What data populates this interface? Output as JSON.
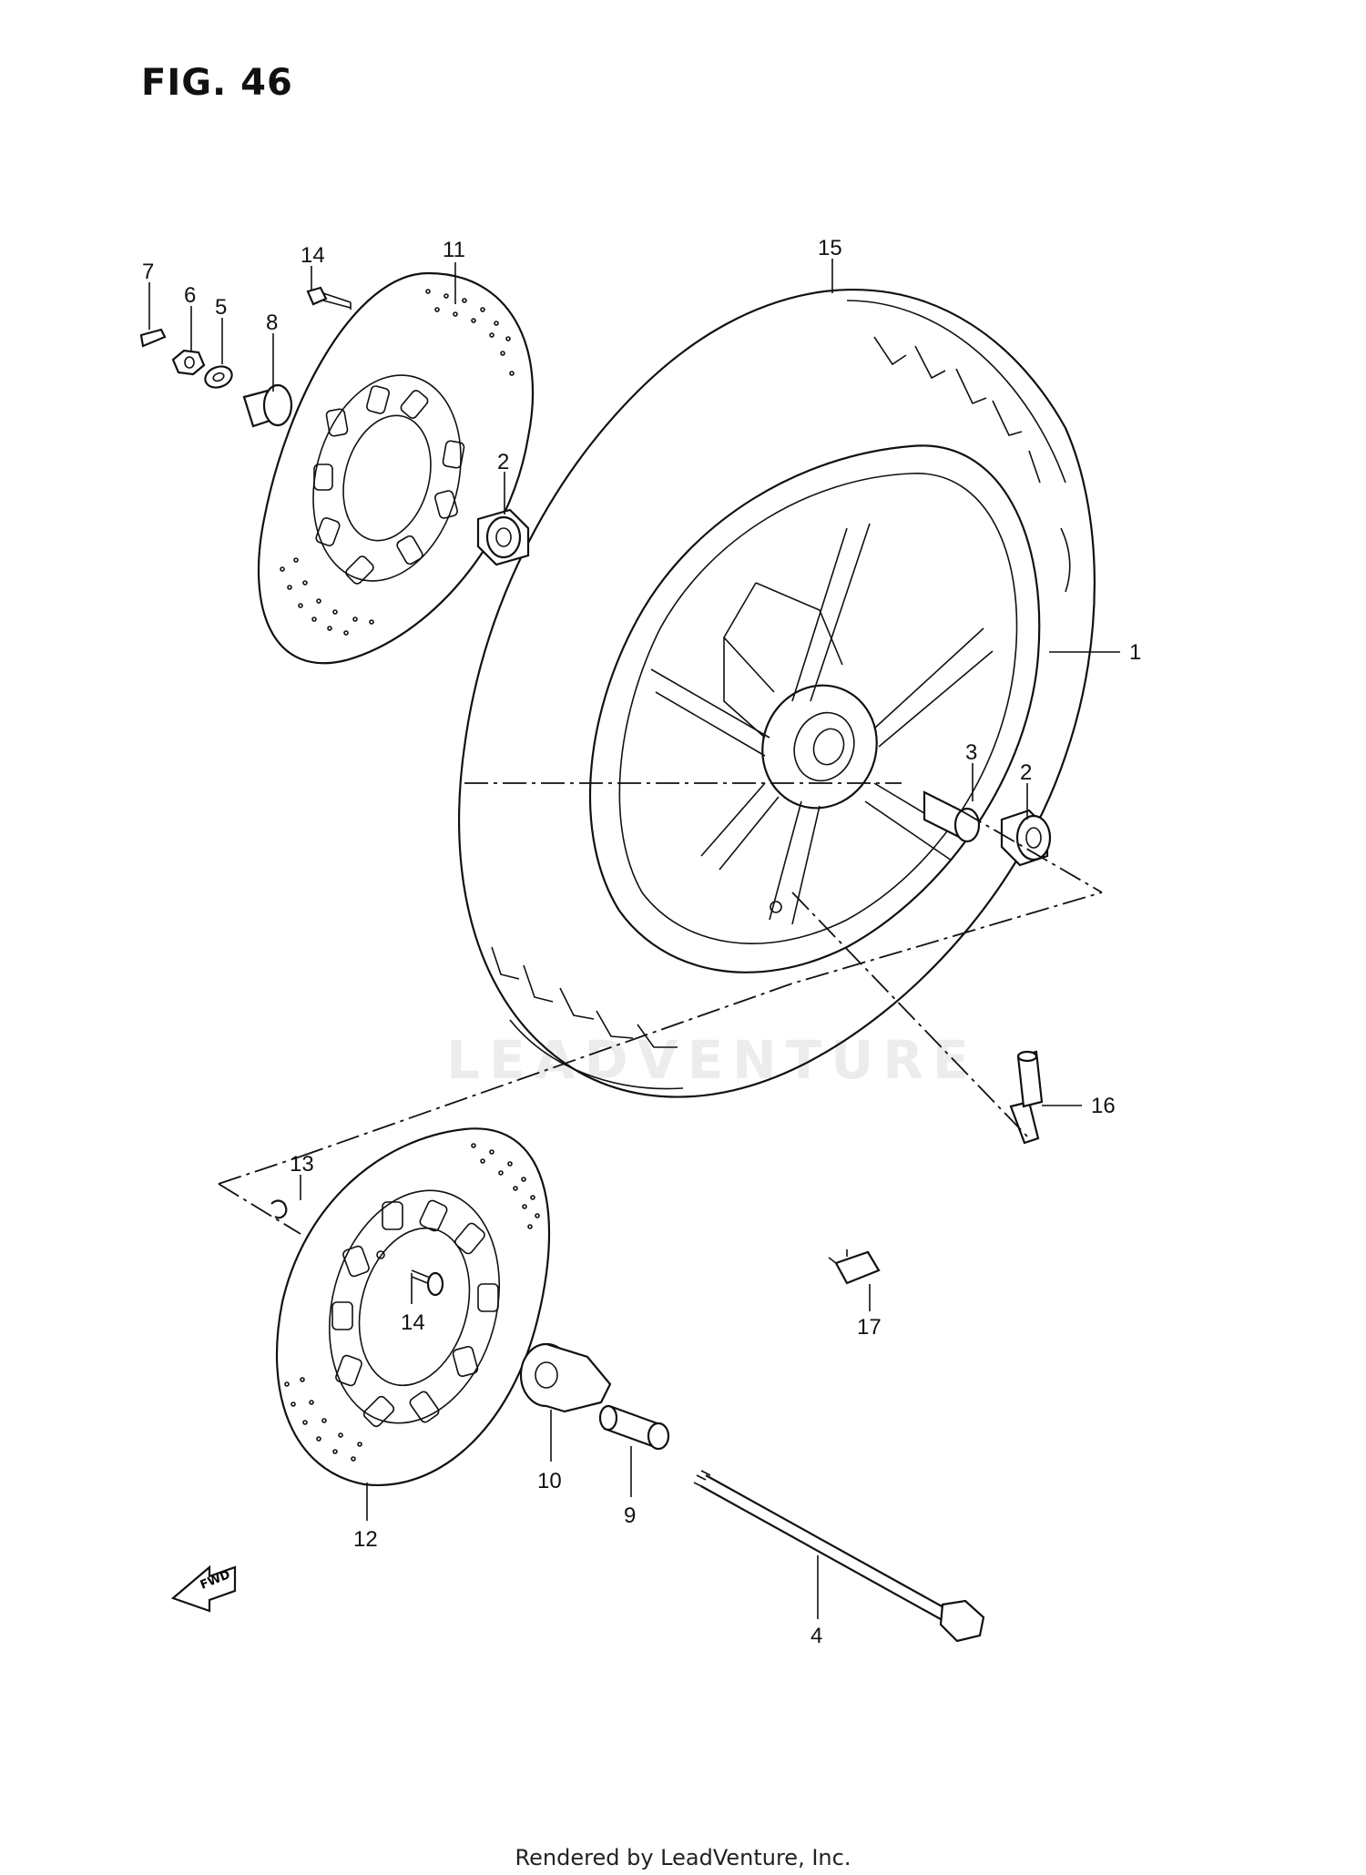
{
  "title": "FIG. 46",
  "footer": "Rendered by LeadVenture, Inc.",
  "watermark": "LEADVENTURE",
  "fwd_label": "FWD",
  "callouts": [
    {
      "id": "c1",
      "label": "1"
    },
    {
      "id": "c2a",
      "label": "2"
    },
    {
      "id": "c2b",
      "label": "2"
    },
    {
      "id": "c3",
      "label": "3"
    },
    {
      "id": "c4",
      "label": "4"
    },
    {
      "id": "c5",
      "label": "5"
    },
    {
      "id": "c6",
      "label": "6"
    },
    {
      "id": "c7",
      "label": "7"
    },
    {
      "id": "c8",
      "label": "8"
    },
    {
      "id": "c9",
      "label": "9"
    },
    {
      "id": "c10",
      "label": "10"
    },
    {
      "id": "c11",
      "label": "11"
    },
    {
      "id": "c12",
      "label": "12"
    },
    {
      "id": "c13",
      "label": "13"
    },
    {
      "id": "c14a",
      "label": "14"
    },
    {
      "id": "c14b",
      "label": "14"
    },
    {
      "id": "c15",
      "label": "15"
    },
    {
      "id": "c16",
      "label": "16"
    },
    {
      "id": "c17",
      "label": "17"
    }
  ]
}
